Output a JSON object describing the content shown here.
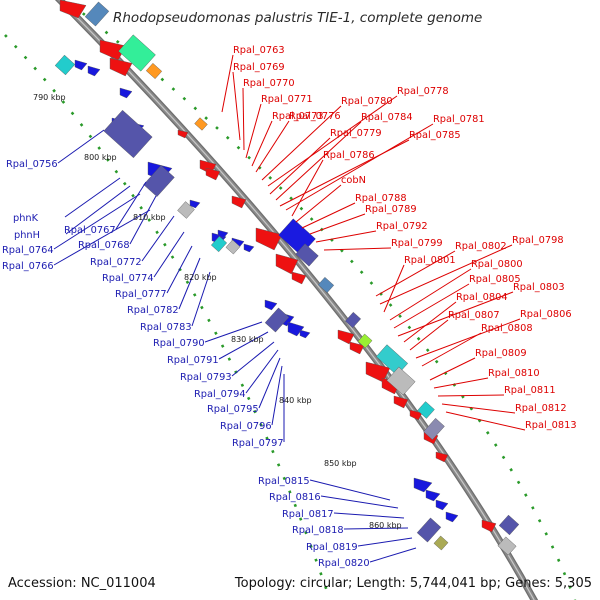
{
  "title": "Rhodopseudomonas palustris TIE-1, complete genome",
  "footer": {
    "accession": "Accession: NC_011004",
    "topology": "Topology: circular; Length: 5,744,041 bp; Genes: 5,305"
  },
  "colors": {
    "backbone": "#8a8a8a",
    "forward_genes": "#ee1111",
    "reverse_genes": "#1818dd",
    "forward_labels": "#dd0000",
    "reverse_labels": "#1a1ab0",
    "ticks": "#2a9a2a"
  },
  "ticks": [
    "790 kbp",
    "800 kbp",
    "810 kbp",
    "820 kbp",
    "830 kbp",
    "840 kbp",
    "850 kbp",
    "860 kbp"
  ],
  "labels_forward": [
    "Rpal_0763",
    "Rpal_0769",
    "Rpal_0770",
    "Rpal_0771",
    "Rpal_0773",
    "Rpal_0776",
    "Rpal_0780",
    "Rpal_0778",
    "Rpal_0779",
    "Rpal_0784",
    "Rpal_0785",
    "Rpal_0781",
    "Rpal_0786",
    "cobN",
    "Rpal_0788",
    "Rpal_0789",
    "Rpal_0792",
    "Rpal_0799",
    "Rpal_0802",
    "Rpal_0798",
    "Rpal_0801",
    "Rpal_0800",
    "Rpal_0805",
    "Rpal_0803",
    "Rpal_0804",
    "Rpal_0807",
    "Rpal_0806",
    "Rpal_0808",
    "Rpal_0809",
    "Rpal_0810",
    "Rpal_0811",
    "Rpal_0812",
    "Rpal_0813"
  ],
  "labels_reverse": [
    "Rpal_0756",
    "phnK",
    "phnH",
    "Rpal_0767",
    "Rpal_0764",
    "Rpal_0768",
    "Rpal_0766",
    "Rpal_0772",
    "Rpal_0774",
    "Rpal_0777",
    "Rpal_0782",
    "Rpal_0783",
    "Rpal_0790",
    "Rpal_0791",
    "Rpal_0793",
    "Rpal_0794",
    "Rpal_0795",
    "Rpal_0796",
    "Rpal_0797",
    "Rpal_0815",
    "Rpal_0816",
    "Rpal_0817",
    "Rpal_0818",
    "Rpal_0819",
    "Rpal_0820"
  ]
}
